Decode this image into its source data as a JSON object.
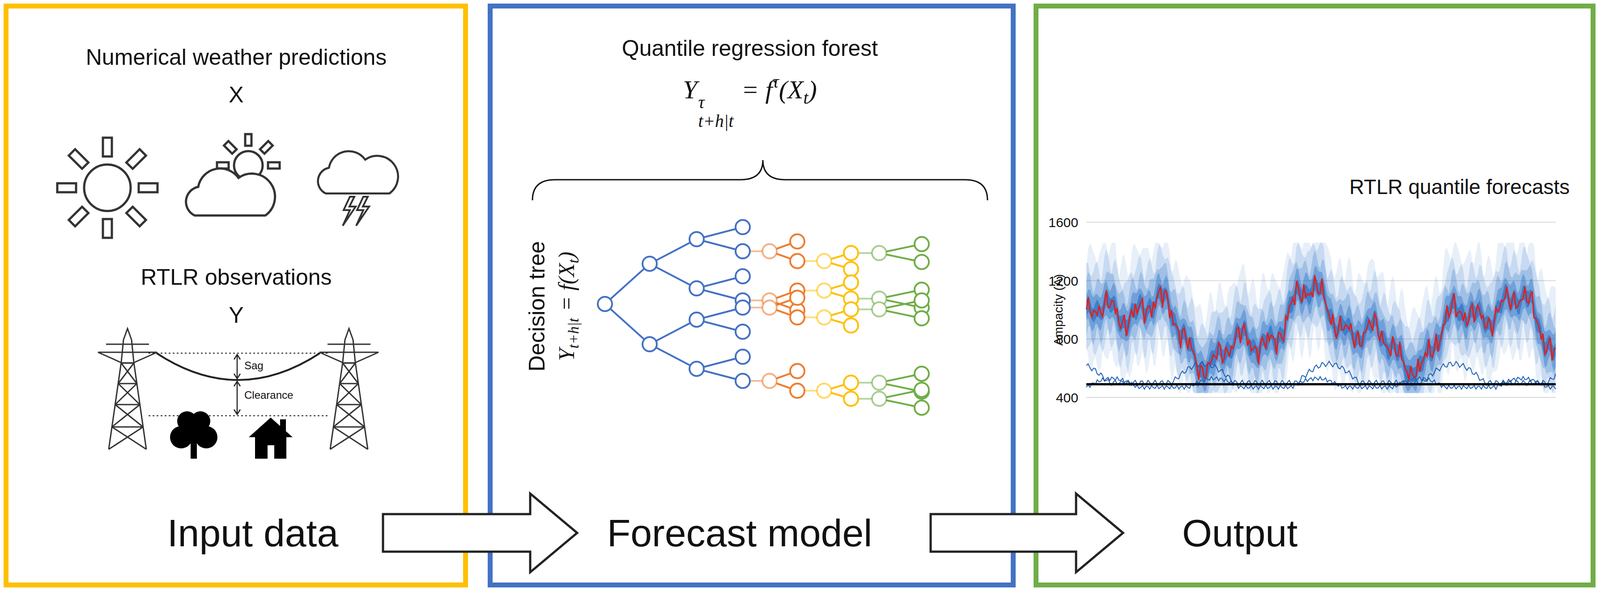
{
  "diagram": {
    "nodes": [
      {
        "text": [
          "Input data"
        ]
      },
      {
        "text": [
          "Forecast model"
        ]
      },
      {
        "text": [
          "Output"
        ]
      }
    ],
    "edges": [
      {
        "from": 0,
        "to": 1,
        "arrow": "to"
      },
      {
        "from": 1,
        "to": 2,
        "arrow": "to"
      }
    ],
    "labels": [
      "Numerical weather predictions",
      "X",
      "RTLR observations",
      "Y",
      "Sag",
      "Clearance",
      "Quantile regression forest",
      "Y",
      "τ",
      "t+h|t",
      "= f",
      "τ",
      "(X",
      "t",
      ")",
      "Decision tree",
      "Y",
      "t+h|t",
      "= f(X",
      "t",
      ")",
      "RTLR quantile forecasts",
      "1600",
      "1200",
      "800",
      "400",
      "Ampacity (A)"
    ]
  }
}
